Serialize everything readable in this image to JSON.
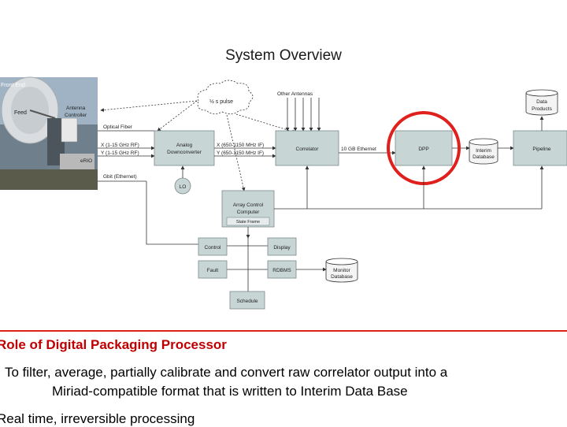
{
  "title": "System Overview",
  "photo": {
    "front_end": "Front End",
    "feed": "Feed",
    "antenna_controller": [
      "Antenna",
      "Controller"
    ],
    "erio": "eRIO"
  },
  "cloud_pulse": "½ s pulse",
  "other_antennas": "Other Antennas",
  "links": {
    "optical_fiber": "Optical Fiber",
    "x_rf": "X (1-15 GHz RF)",
    "y_rf": "Y (1-15 GHz RF)",
    "gbit": "Gbit (Ethernet)",
    "x_if": "X (650-1150 MHz IF)",
    "y_if": "Y (650-1150 MHz IF)",
    "ten_gb": "10 GB Ethernet"
  },
  "boxes": {
    "analog_downconverter": [
      "Analog",
      "Downconverter"
    ],
    "lo": "LO",
    "correlator": "Correlator",
    "dpp": "DPP",
    "pipeline": "Pipeline",
    "array_control": [
      "Array Control",
      "Computer"
    ],
    "state_frame": "State Frame",
    "control": "Control",
    "display": "Display",
    "fault": "Fault",
    "rdbms": "RDBMS",
    "schedule": "Schedule"
  },
  "databases": {
    "interim": [
      "Interim",
      "Database"
    ],
    "data_products": [
      "Data",
      "Products"
    ],
    "monitor": [
      "Monitor",
      "Database"
    ]
  },
  "section_heading": "Role of Digital Packaging Processor",
  "bullets": [
    [
      "To filter, average, partially calibrate and convert raw correlator output into a",
      "Miriad-compatible format that is written to Interim Data Base"
    ],
    [
      "Real time, irreversible processing"
    ]
  ],
  "colors": {
    "highlight": "#e0201c",
    "heading": "#c00000",
    "box_fill": "#c8d5d5"
  }
}
